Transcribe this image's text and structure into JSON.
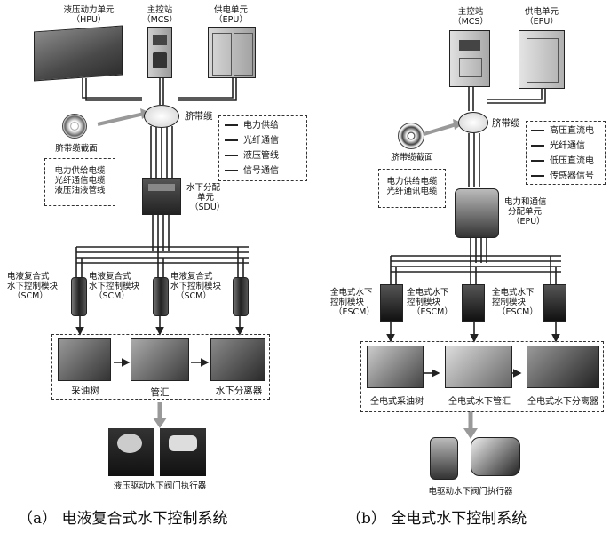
{
  "a": {
    "hpu_label": "液压动力单元",
    "hpu_abbr": "（HPU）",
    "mcs_label": "主控站",
    "mcs_abbr": "（MCS）",
    "epu_label": "供电单元",
    "epu_abbr": "（EPU）",
    "umbilical_label": "脐带缆",
    "section_label": "脐带缆截面",
    "section_items": [
      "电力供给电缆",
      "光纤通信电缆",
      "液压油液管线"
    ],
    "legend": [
      "电力供给",
      "光纤通信",
      "液压管线",
      "信号通信"
    ],
    "sdu_label": "水下分配",
    "sdu_label2": "单元",
    "sdu_abbr": "（SDU）",
    "scm_label1": "电液复合式",
    "scm_label2": "水下控制模块",
    "scm_abbr": "（SCM）",
    "tree_label": "采油树",
    "manifold_label": "管汇",
    "separator_label": "水下分离器",
    "actuator_label": "液压驱动水下阀门执行器",
    "caption": "（a）  电液复合式水下控制系统"
  },
  "b": {
    "mcs_label": "主控站",
    "mcs_abbr": "（MCS）",
    "epu_label": "供电单元",
    "epu_abbr": "（EPU）",
    "umbilical_label": "脐带缆",
    "section_label": "脐带缆截面",
    "section_items": [
      "电力供给电缆",
      "光纤通讯电缆"
    ],
    "legend": [
      "高压直流电",
      "光纤通信",
      "低压直流电",
      "传感器信号"
    ],
    "epu2_label1": "电力和通信",
    "epu2_label2": "分配单元",
    "epu2_abbr": "（EPU）",
    "escm_label1": "全电式水下",
    "escm_label2": "控制模块",
    "escm_abbr": "（ESCM）",
    "tree_label": "全电式采油树",
    "manifold_label": "全电式水下管汇",
    "separator_label": "全电式水下分离器",
    "actuator_label": "电驱动水下阀门执行器",
    "caption": "（b）  全电式水下控制系统"
  }
}
